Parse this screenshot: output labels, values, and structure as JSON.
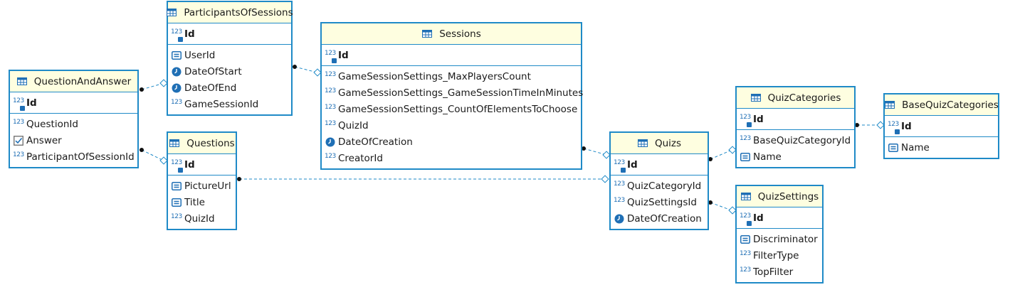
{
  "entities": {
    "participants_of_sessions": {
      "title": "ParticipantsOfSessions",
      "icon": "table-icon",
      "pk": {
        "name": "Id",
        "icon": "key-numeric-icon"
      },
      "columns": [
        {
          "name": "UserId",
          "icon": "text-field-icon"
        },
        {
          "name": "DateOfStart",
          "icon": "clock-icon"
        },
        {
          "name": "DateOfEnd",
          "icon": "clock-icon"
        },
        {
          "name": "GameSessionId",
          "icon": "numeric-icon",
          "glyph": "123"
        }
      ]
    },
    "sessions": {
      "title": "Sessions",
      "icon": "table-icon",
      "pk": {
        "name": "Id",
        "icon": "key-numeric-icon"
      },
      "columns": [
        {
          "name": "GameSessionSettings_MaxPlayersCount",
          "icon": "numeric-icon",
          "glyph": "123"
        },
        {
          "name": "GameSessionSettings_GameSessionTimeInMinutes",
          "icon": "numeric-icon",
          "glyph": "123"
        },
        {
          "name": "GameSessionSettings_CountOfElementsToChoose",
          "icon": "numeric-icon",
          "glyph": "123"
        },
        {
          "name": "QuizId",
          "icon": "numeric-icon",
          "glyph": "123"
        },
        {
          "name": "DateOfCreation",
          "icon": "clock-icon"
        },
        {
          "name": "CreatorId",
          "icon": "numeric-icon",
          "glyph": "123"
        }
      ]
    },
    "question_and_answer": {
      "title": "QuestionAndAnswer",
      "icon": "table-icon",
      "pk": {
        "name": "Id",
        "icon": "key-numeric-icon"
      },
      "columns": [
        {
          "name": "QuestionId",
          "icon": "numeric-icon",
          "glyph": "123"
        },
        {
          "name": "Answer",
          "icon": "checkbox-icon"
        },
        {
          "name": "ParticipantOfSessionId",
          "icon": "numeric-icon",
          "glyph": "123"
        }
      ]
    },
    "questions": {
      "title": "Questions",
      "icon": "table-icon",
      "pk": {
        "name": "Id",
        "icon": "key-numeric-icon"
      },
      "columns": [
        {
          "name": "PictureUrl",
          "icon": "text-field-icon"
        },
        {
          "name": "Title",
          "icon": "text-field-icon"
        },
        {
          "name": "QuizId",
          "icon": "numeric-icon",
          "glyph": "123"
        }
      ]
    },
    "quizs": {
      "title": "Quizs",
      "icon": "table-icon",
      "pk": {
        "name": "Id",
        "icon": "key-numeric-icon"
      },
      "columns": [
        {
          "name": "QuizCategoryId",
          "icon": "numeric-icon",
          "glyph": "123"
        },
        {
          "name": "QuizSettingsId",
          "icon": "numeric-icon",
          "glyph": "123"
        },
        {
          "name": "DateOfCreation",
          "icon": "clock-icon"
        }
      ]
    },
    "quiz_categories": {
      "title": "QuizCategories",
      "icon": "table-icon",
      "pk": {
        "name": "Id",
        "icon": "key-numeric-icon"
      },
      "columns": [
        {
          "name": "BaseQuizCategoryId",
          "icon": "numeric-icon",
          "glyph": "123"
        },
        {
          "name": "Name",
          "icon": "text-field-icon"
        }
      ]
    },
    "base_quiz_categories": {
      "title": "BaseQuizCategories",
      "icon": "table-icon",
      "pk": {
        "name": "Id",
        "icon": "key-numeric-icon"
      },
      "columns": [
        {
          "name": "Name",
          "icon": "text-field-icon"
        }
      ]
    },
    "quiz_settings": {
      "title": "QuizSettings",
      "icon": "table-icon",
      "pk": {
        "name": "Id",
        "icon": "key-numeric-icon"
      },
      "columns": [
        {
          "name": "Discriminator",
          "icon": "text-field-icon"
        },
        {
          "name": "FilterType",
          "icon": "numeric-icon",
          "glyph": "123"
        },
        {
          "name": "TopFilter",
          "icon": "numeric-icon",
          "glyph": "123"
        }
      ]
    }
  },
  "relationships": [
    {
      "from": "question_and_answer",
      "to": "participants_of_sessions"
    },
    {
      "from": "participants_of_sessions",
      "to": "sessions"
    },
    {
      "from": "question_and_answer",
      "to": "questions"
    },
    {
      "from": "questions",
      "to": "quizs"
    },
    {
      "from": "sessions",
      "to": "quizs"
    },
    {
      "from": "quizs",
      "to": "quiz_categories"
    },
    {
      "from": "quiz_categories",
      "to": "base_quiz_categories"
    },
    {
      "from": "quizs",
      "to": "quiz_settings"
    }
  ],
  "colors": {
    "border": "#1f8ac7",
    "header_bg": "#fefee0",
    "icon": "#1f6fb5",
    "connector": "#1f8ac7"
  }
}
